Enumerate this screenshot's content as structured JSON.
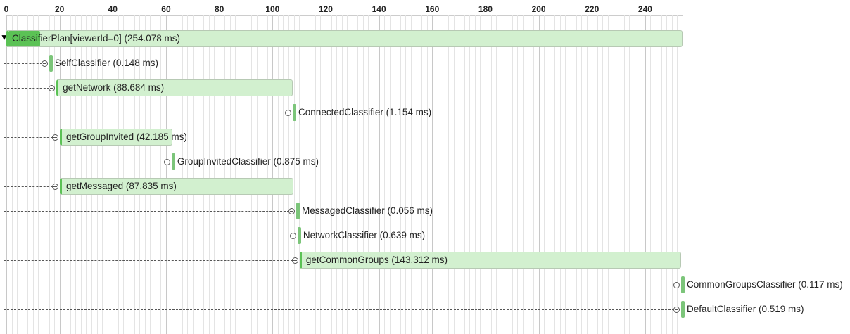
{
  "axis": {
    "min": 0,
    "max": 254,
    "major_ticks": [
      0,
      20,
      40,
      60,
      80,
      100,
      120,
      140,
      160,
      180,
      200,
      220,
      240
    ],
    "minor_step": 2
  },
  "colors": {
    "bar_fill": "#d2f0cf",
    "bar_accent": "#5bc255"
  },
  "root": {
    "label": "ClassifierPlan[viewerId=0] (254.078 ms)",
    "start": 0,
    "duration": 254.078,
    "self_time": 12,
    "expanded_icon": "triangle-down-icon"
  },
  "children": [
    {
      "label": "SelfClassifier (0.148 ms)",
      "start": 16.1,
      "duration": 0.148
    },
    {
      "label": "getNetwork (88.684 ms)",
      "start": 18.8,
      "duration": 88.684
    },
    {
      "label": "ConnectedClassifier (1.154 ms)",
      "start": 107.6,
      "duration": 1.154
    },
    {
      "label": "getGroupInvited (42.185 ms)",
      "start": 20.1,
      "duration": 42.185
    },
    {
      "label": "GroupInvitedClassifier (0.875 ms)",
      "start": 62.1,
      "duration": 0.875
    },
    {
      "label": "getMessaged (87.835 ms)",
      "start": 20.1,
      "duration": 87.835
    },
    {
      "label": "MessagedClassifier (0.056 ms)",
      "start": 108.9,
      "duration": 0.056
    },
    {
      "label": "NetworkClassifier (0.639 ms)",
      "start": 109.4,
      "duration": 0.639
    },
    {
      "label": "getCommonGroups (143.312 ms)",
      "start": 110.2,
      "duration": 143.312
    },
    {
      "label": "CommonGroupsClassifier (0.117 ms)",
      "start": 253.5,
      "duration": 0.117
    },
    {
      "label": "DefaultClassifier (0.519 ms)",
      "start": 253.5,
      "duration": 0.519
    }
  ]
}
